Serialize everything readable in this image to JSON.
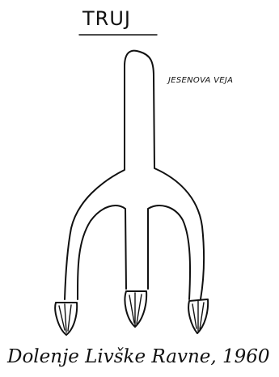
{
  "drawing": {
    "title": "TRUJ",
    "label": "JESENOVA VEJA",
    "caption": "Dolenje Livške Ravne, 1960"
  },
  "colors": {
    "ink": "#111111",
    "paper": "#ffffff"
  }
}
